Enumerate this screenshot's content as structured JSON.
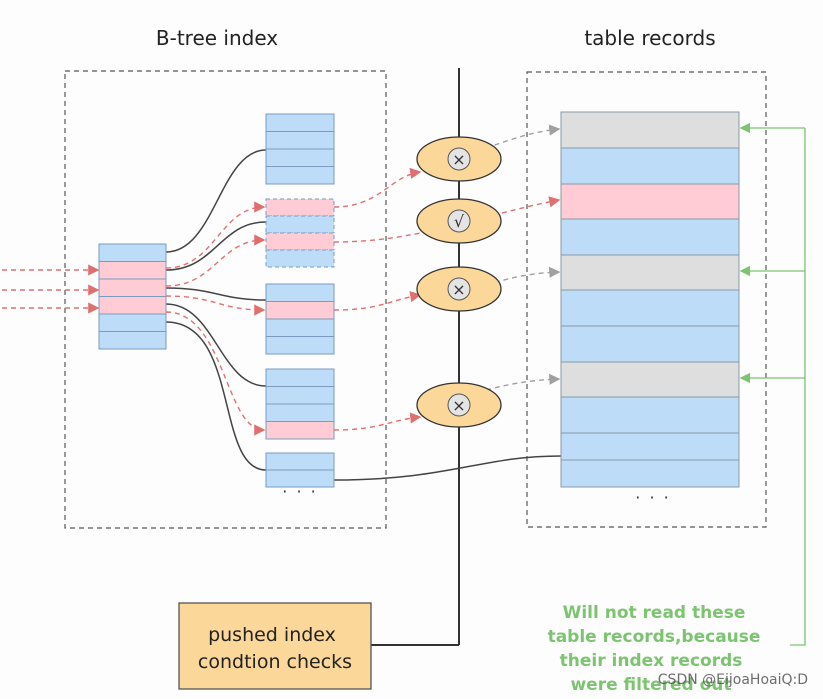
{
  "titles": {
    "left": "B-tree index",
    "right": "table records"
  },
  "check_box": {
    "line1": "pushed index",
    "line2": "condtion checks"
  },
  "note": {
    "line1": "Will not read these",
    "line2": "table records,because",
    "line3": "their index records",
    "line4": "were filtered out"
  },
  "checks": [
    {
      "result": "rejected",
      "symbol": "×"
    },
    {
      "result": "accepted",
      "symbol": "√"
    },
    {
      "result": "rejected",
      "symbol": "×"
    },
    {
      "result": "rejected",
      "symbol": "×"
    }
  ],
  "ellipsis": {
    "index": "· · ·",
    "table": "· · ·"
  },
  "watermark": "CSDN @EijoaHoaiQ:D",
  "colors": {
    "record": "#bcdcf7",
    "matched": "#ffccd5",
    "skipped": "#dedede",
    "check_ellipse": "#fbd89a",
    "note_green": "#7cc470",
    "index_arrow": "#e07070",
    "skip_arrow": "#a0a0a0"
  }
}
